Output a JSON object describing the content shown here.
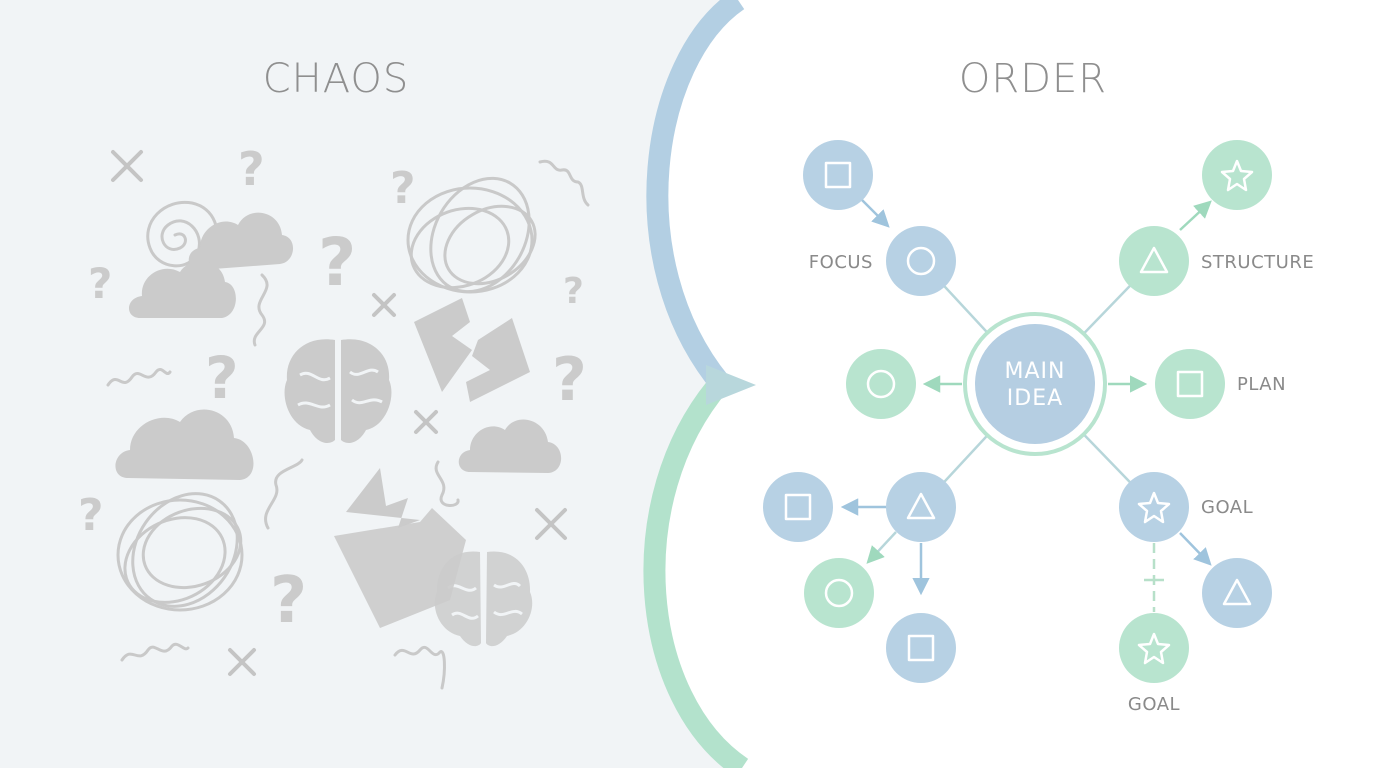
{
  "titles": {
    "left": "CHAOS",
    "right": "ORDER"
  },
  "colors": {
    "blue": "#b7d1e4",
    "green": "#b8e4cf",
    "center": "#b5cee2",
    "divider_blue": "#b3cfe3",
    "divider_green": "#b3e2cc",
    "chaos_gray": "#c9c9c9"
  },
  "center_node": {
    "line1": "MAIN",
    "line2": "IDEA"
  },
  "labels": {
    "focus": "FOCUS",
    "structure": "STRUCTURE",
    "plan": "PLAN",
    "goal_right": "GOAL",
    "goal_bottom": "GOAL"
  },
  "nodes": [
    {
      "id": "n-top-left-square",
      "shape": "square-icon",
      "color": "blue"
    },
    {
      "id": "n-focus-circle",
      "shape": "circle-icon",
      "color": "blue"
    },
    {
      "id": "n-top-right-star",
      "shape": "star-icon",
      "color": "green"
    },
    {
      "id": "n-structure-triangle",
      "shape": "triangle-icon",
      "color": "green"
    },
    {
      "id": "n-left-circle",
      "shape": "circle-icon",
      "color": "green"
    },
    {
      "id": "n-plan-square",
      "shape": "square-icon",
      "color": "green"
    },
    {
      "id": "n-lower-left-square",
      "shape": "square-icon",
      "color": "blue"
    },
    {
      "id": "n-lower-left-triangle",
      "shape": "triangle-icon",
      "color": "blue"
    },
    {
      "id": "n-bottom-left-circle",
      "shape": "circle-icon",
      "color": "green"
    },
    {
      "id": "n-bottom-square",
      "shape": "square-icon",
      "color": "blue"
    },
    {
      "id": "n-goal-star",
      "shape": "star-icon",
      "color": "blue"
    },
    {
      "id": "n-goal-triangle",
      "shape": "triangle-icon",
      "color": "blue"
    },
    {
      "id": "n-bottom-goal-star",
      "shape": "star-icon",
      "color": "green"
    }
  ]
}
